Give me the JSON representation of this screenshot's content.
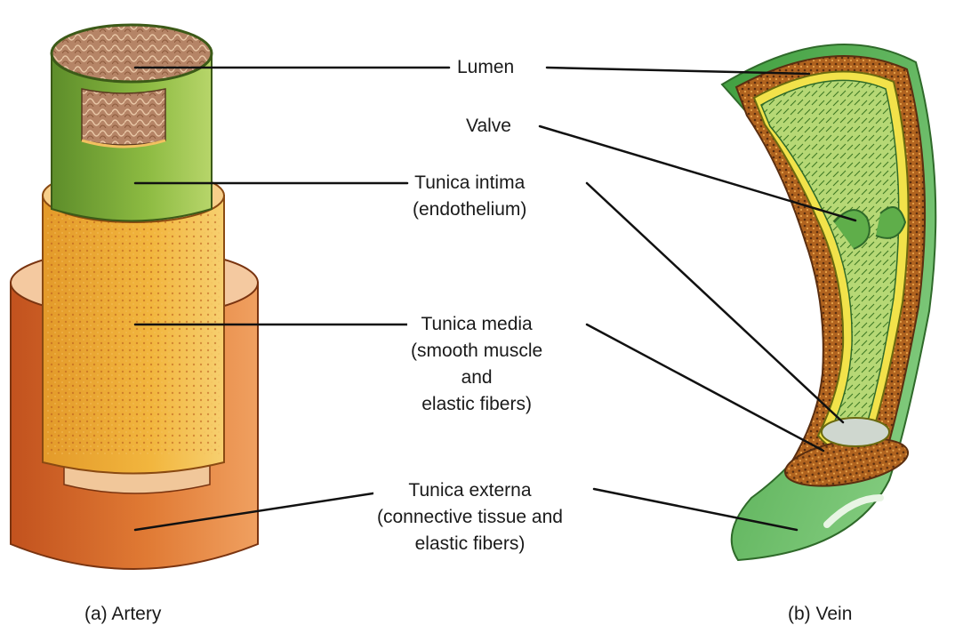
{
  "labels": {
    "lumen": "Lumen",
    "valve": "Valve",
    "intima_1": "Tunica intima",
    "intima_2": "(endothelium)",
    "media_1": "Tunica media",
    "media_2": "(smooth muscle",
    "media_3": "and",
    "media_4": "elastic fibers)",
    "externa_1": "Tunica externa",
    "externa_2": "(connective tissue and",
    "externa_3": "elastic fibers)"
  },
  "captions": {
    "artery": "(a) Artery",
    "vein": "(b) Vein"
  },
  "colors": {
    "externa": "#d9702e",
    "media": "#e8a832",
    "intima": "#7aa53a",
    "lumen": "#a8785a",
    "vein_green": "#4fae4a",
    "vein_inner": "#a9cf6a",
    "leader_line": "#111111"
  }
}
